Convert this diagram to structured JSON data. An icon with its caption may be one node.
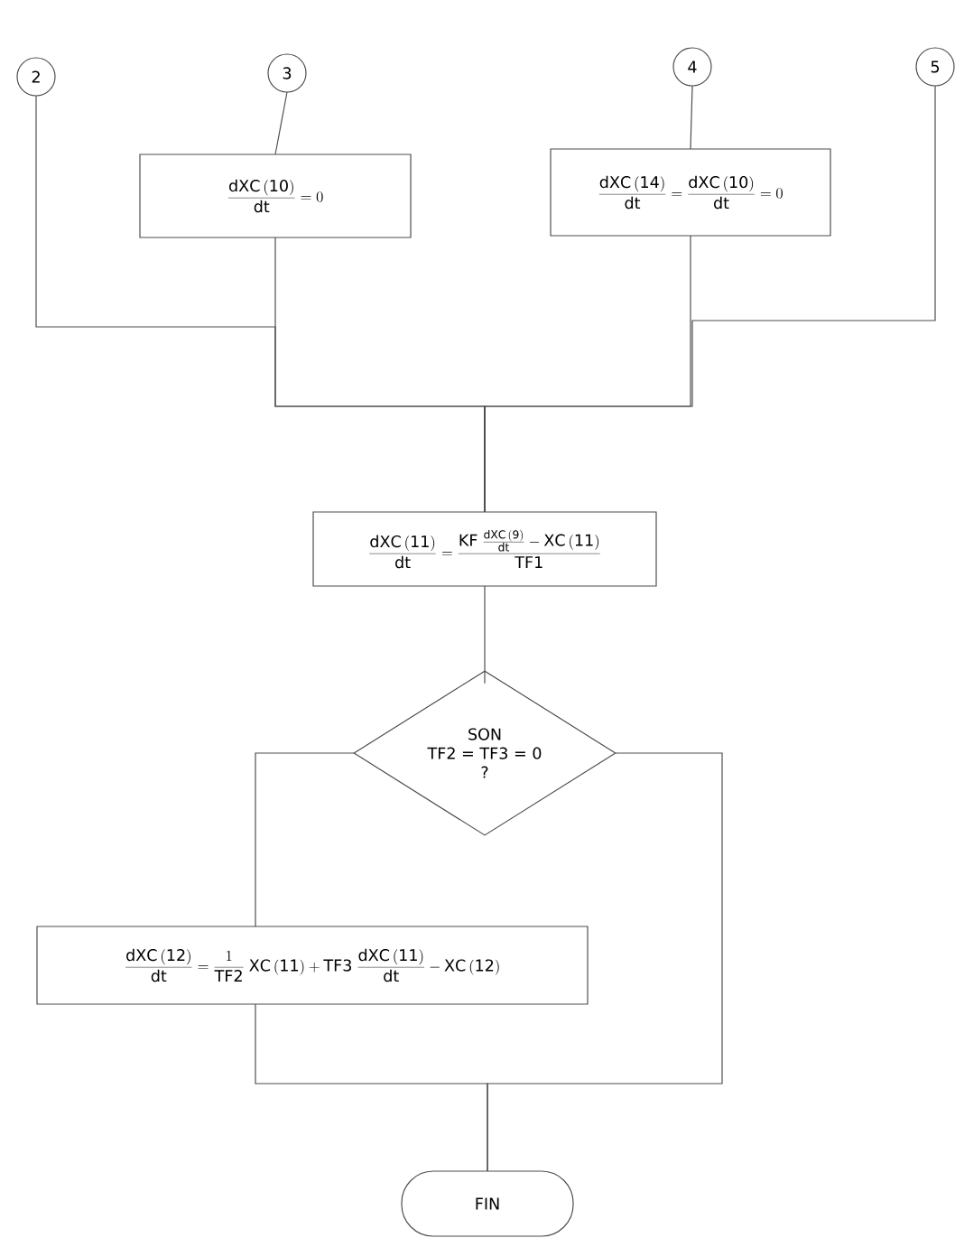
{
  "diagram": {
    "nodes": [
      {
        "text": [
          "2"
        ]
      },
      {
        "text": [
          "3"
        ]
      },
      {
        "text": [
          "4"
        ]
      },
      {
        "text": [
          "5"
        ]
      },
      {
        "text": [
          "\\frac{\\mathrm{dXC\\,(10)}}{\\mathrm{dt}} = 0"
        ]
      },
      {
        "text": [
          "\\frac{\\mathrm{dXC\\,(14)}}{\\mathrm{dt}} = \\frac{\\mathrm{dXC\\,(10)}}{\\mathrm{dt}} = 0"
        ]
      },
      {
        "text": [
          "\\frac{\\mathrm{dXC\\,(11)}}{\\mathrm{dt}} = \\frac{\\mathrm{KF}\\;\\frac{\\mathrm{dXC\\,(9)}}{\\mathrm{dt}} - \\mathrm{XC\\,(11)}}{\\mathrm{TF1}}"
        ]
      },
      {
        "text": [
          "SON",
          "TF2 = TF3 = 0",
          "?"
        ]
      },
      {
        "text": [
          "\\frac{\\mathrm{dXC\\,(12)}}{\\mathrm{dt}} = \\frac{1}{\\mathrm{TF2}}\\;\\mathrm{XC\\,(11)} + \\mathrm{TF3}\\;\\frac{\\mathrm{dXC\\,(11)}}{\\mathrm{dt}} - \\mathrm{XC\\,(12)}"
        ]
      },
      {
        "text": [
          "FIN"
        ]
      }
    ],
    "edges": [
      {
        "from": 0,
        "to": 6,
        "arrow": "none"
      },
      {
        "from": 1,
        "to": 4,
        "arrow": "none"
      },
      {
        "from": 4,
        "to": 6,
        "arrow": "none"
      },
      {
        "from": 2,
        "to": 5,
        "arrow": "none"
      },
      {
        "from": 5,
        "to": 6,
        "arrow": "none"
      },
      {
        "from": 3,
        "to": 6,
        "arrow": "none"
      },
      {
        "from": 6,
        "to": 7,
        "arrow": "none"
      },
      {
        "from": 7,
        "to": 8,
        "arrow": "none"
      },
      {
        "from": 8,
        "to": 9,
        "arrow": "none"
      },
      {
        "from": 7,
        "to": 9,
        "arrow": "none"
      }
    ]
  }
}
